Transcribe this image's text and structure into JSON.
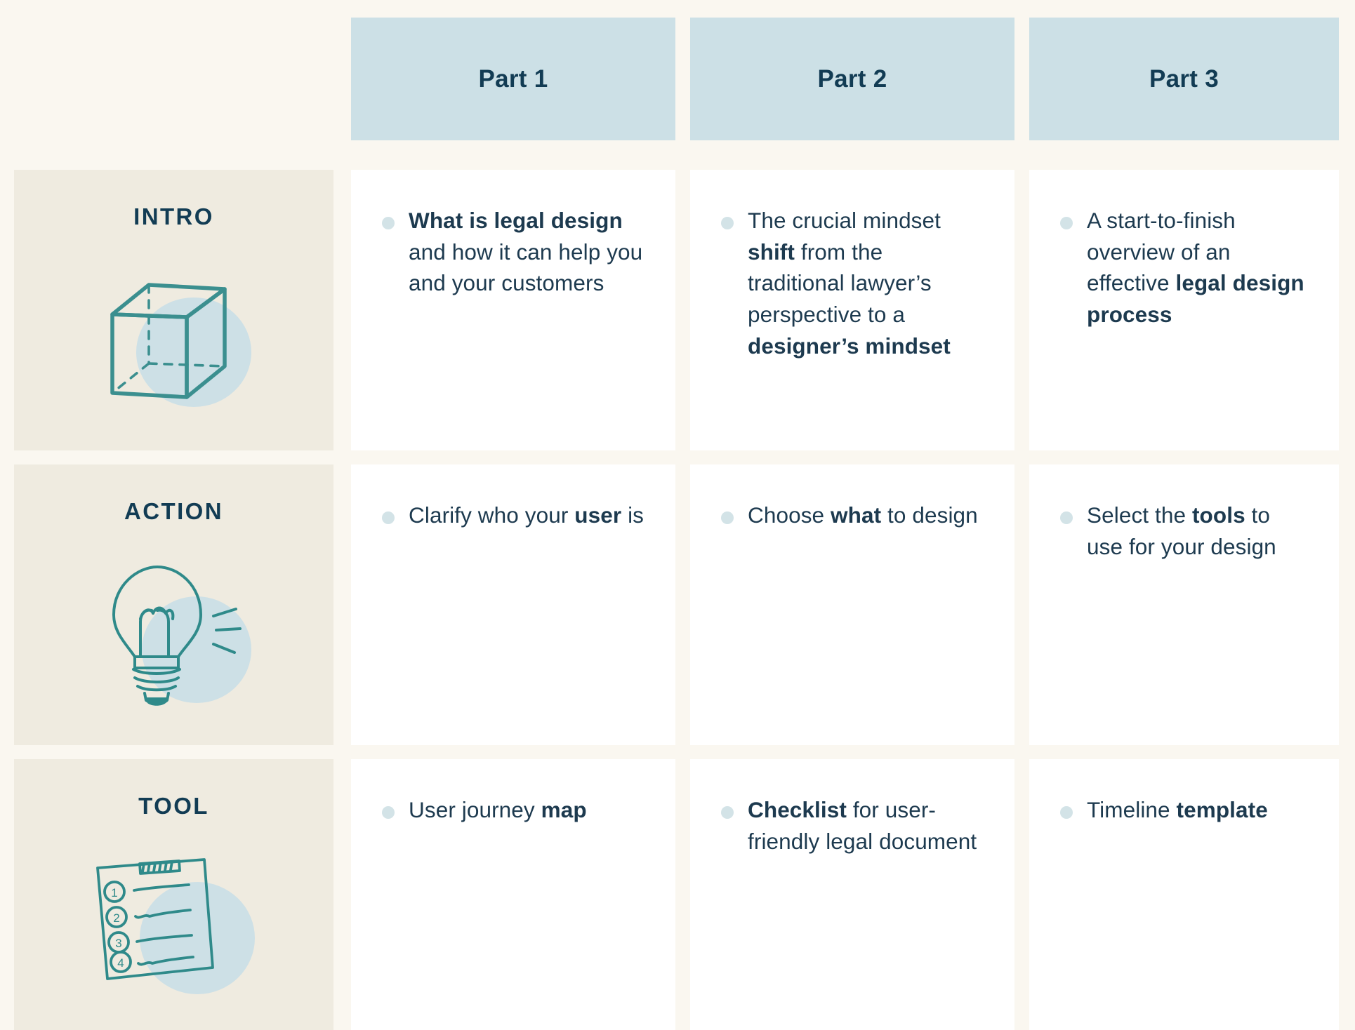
{
  "colors": {
    "page_background": "#faf7f0",
    "header_band": "#cce0e6",
    "label_column": "#efebe0",
    "cell_background": "#ffffff",
    "text_dark": "#1d3a4f",
    "heading_dark": "#123c54",
    "icon_stroke": "#3b8f8f",
    "icon_blob": "#cde0e6",
    "bullet_dot": "#d3e3e7"
  },
  "header": {
    "corner_label": "",
    "columns": [
      {
        "label": "Part 1"
      },
      {
        "label": "Part 2"
      },
      {
        "label": "Part 3"
      }
    ]
  },
  "rows": [
    {
      "label": "INTRO",
      "icon": "cube-icon",
      "cells": [
        {
          "segments": [
            {
              "text": "What is legal design",
              "bold": true
            },
            {
              "text": " and how it can help you and your customers",
              "bold": false
            }
          ]
        },
        {
          "segments": [
            {
              "text": "The crucial mindset ",
              "bold": false
            },
            {
              "text": "shift",
              "bold": true
            },
            {
              "text": " from the traditional lawyer’s perspective to a ",
              "bold": false
            },
            {
              "text": "designer’s mindset",
              "bold": true
            }
          ]
        },
        {
          "segments": [
            {
              "text": "A start-to-finish overview of an effective ",
              "bold": false
            },
            {
              "text": "legal design process",
              "bold": true
            }
          ]
        }
      ]
    },
    {
      "label": "ACTION",
      "icon": "lightbulb-icon",
      "cells": [
        {
          "segments": [
            {
              "text": "Clarify who your ",
              "bold": false
            },
            {
              "text": "user",
              "bold": true
            },
            {
              "text": " is",
              "bold": false
            }
          ]
        },
        {
          "segments": [
            {
              "text": "Choose ",
              "bold": false
            },
            {
              "text": "what",
              "bold": true
            },
            {
              "text": " to design",
              "bold": false
            }
          ]
        },
        {
          "segments": [
            {
              "text": "Select the ",
              "bold": false
            },
            {
              "text": "tools",
              "bold": true
            },
            {
              "text": " to use for your design",
              "bold": false
            }
          ]
        }
      ]
    },
    {
      "label": "TOOL",
      "icon": "checklist-icon",
      "cells": [
        {
          "segments": [
            {
              "text": "User journey ",
              "bold": false
            },
            {
              "text": "map",
              "bold": true
            }
          ]
        },
        {
          "segments": [
            {
              "text": "Checklist",
              "bold": true
            },
            {
              "text": " for user-friendly legal document",
              "bold": false
            }
          ]
        },
        {
          "segments": [
            {
              "text": "Timeline ",
              "bold": false
            },
            {
              "text": "template",
              "bold": true
            }
          ]
        }
      ]
    }
  ],
  "checklist_icon_numbers": [
    "1",
    "2",
    "3",
    "4"
  ]
}
